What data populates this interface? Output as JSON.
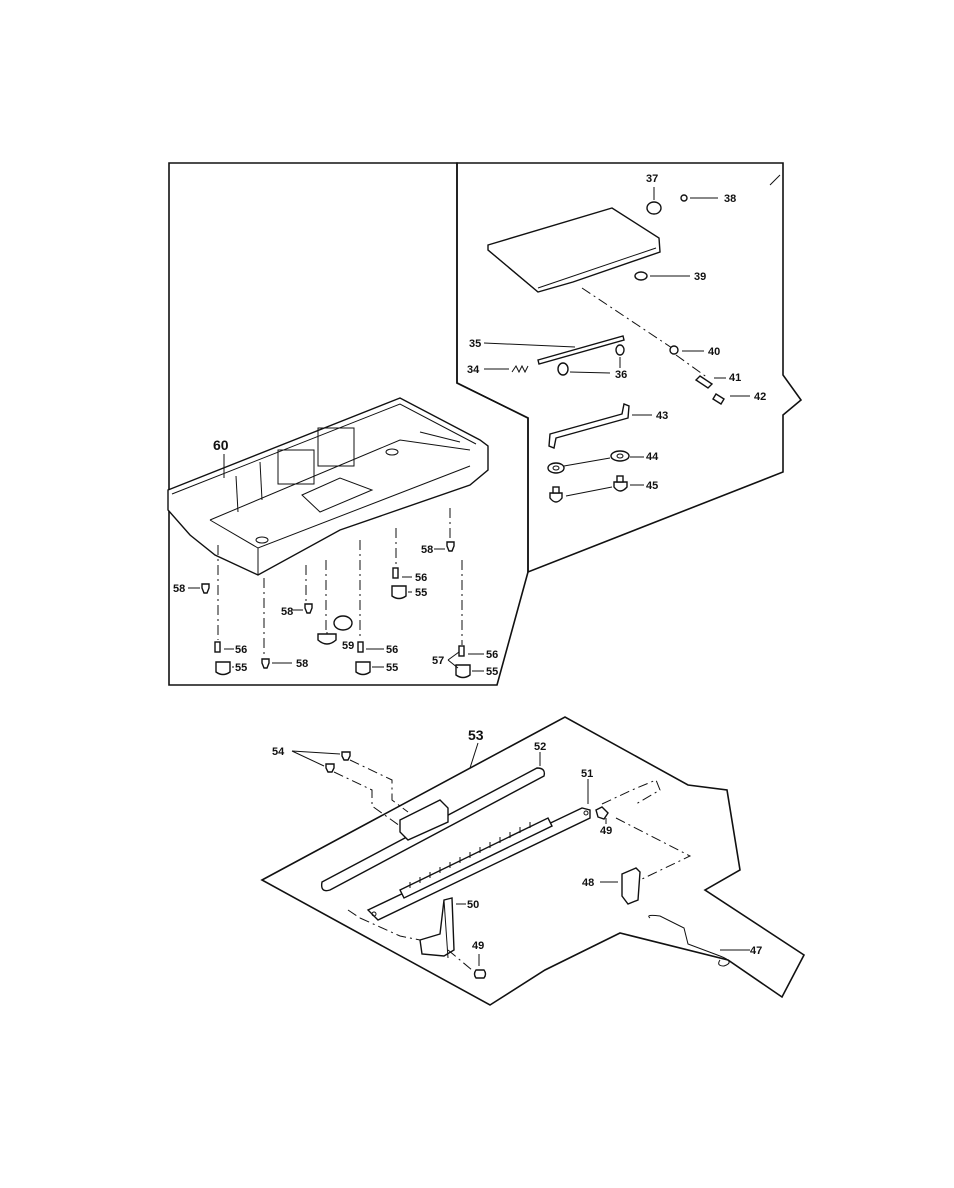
{
  "labels": {
    "p34": "34",
    "p35": "35",
    "p36": "36",
    "p37": "37",
    "p38": "38",
    "p39": "39",
    "p40": "40",
    "p41": "41",
    "p42": "42",
    "p43": "43",
    "p44": "44",
    "p45": "45",
    "p47": "47",
    "p48": "48",
    "p49a": "49",
    "p49b": "49",
    "p50": "50",
    "p51": "51",
    "p52": "52",
    "p53": "53",
    "p54": "54",
    "p55a": "55",
    "p55b": "55",
    "p55c": "55",
    "p55d": "55",
    "p56a": "56",
    "p56b": "56",
    "p56c": "56",
    "p56d": "56",
    "p57": "57",
    "p58a": "58",
    "p58b": "58",
    "p58c": "58",
    "p58d": "58",
    "p59": "59",
    "p60": "60"
  }
}
